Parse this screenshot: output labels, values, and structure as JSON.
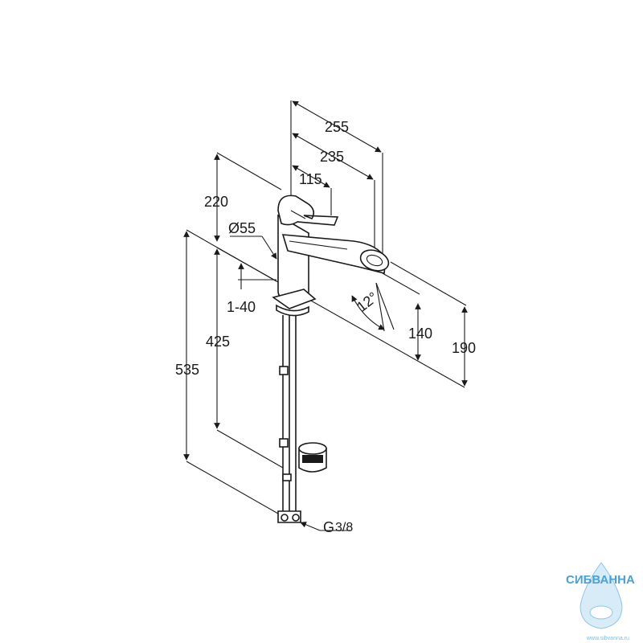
{
  "dimensions": {
    "d255": "255",
    "d235": "235",
    "d115": "115",
    "d220": "220",
    "d55": "Ø55",
    "d1_40": "1-40",
    "d425": "425",
    "d535": "535",
    "d12": "12°",
    "d140": "140",
    "d190": "190",
    "thread_g": "G",
    "thread_frac": "3/8"
  },
  "watermark": {
    "brand": "СИБВАННА",
    "url": "www.sibvanna.ru"
  },
  "colors": {
    "line": "#1a1a1a",
    "watermark": "#4aa0d8"
  }
}
